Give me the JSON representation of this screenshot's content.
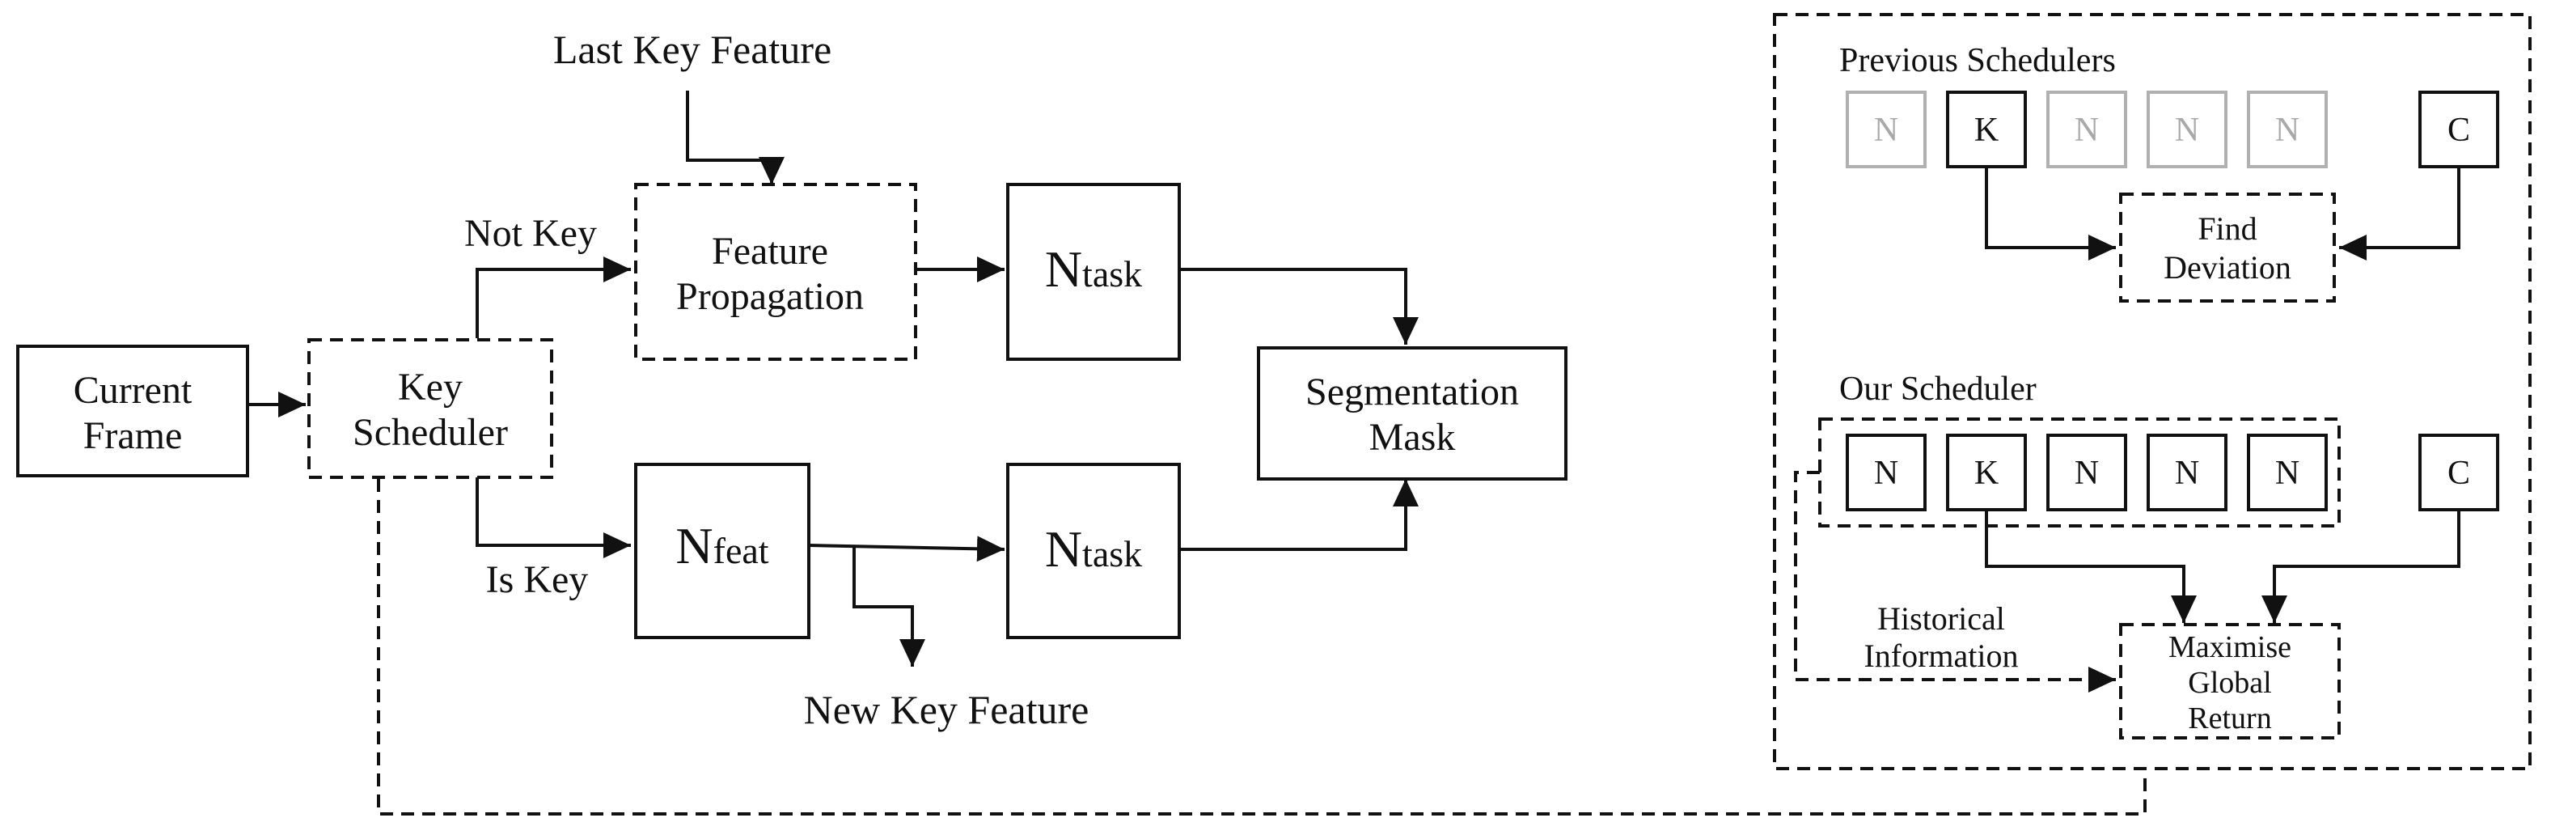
{
  "labels": {
    "current_frame": [
      "Current",
      "Frame"
    ],
    "key_scheduler": [
      "Key",
      "Scheduler"
    ],
    "last_key_feature": "Last Key Feature",
    "not_key": "Not Key",
    "is_key": "Is Key",
    "feature_propagation": [
      "Feature",
      "Propagation"
    ],
    "n_task_top": {
      "main": "N",
      "sub": "task"
    },
    "n_task_bottom": {
      "main": "N",
      "sub": "task"
    },
    "n_feat": {
      "main": "N",
      "sub": "feat"
    },
    "new_key_feature": "New Key Feature",
    "segmentation_mask": [
      "Segmentation",
      "Mask"
    ]
  },
  "panel": {
    "previous_schedulers": {
      "title": "Previous Schedulers",
      "cells": [
        "N",
        "K",
        "N",
        "N",
        "N"
      ],
      "active_index": 1,
      "end_cell": "C",
      "target": [
        "Find",
        "Deviation"
      ]
    },
    "our_scheduler": {
      "title": "Our Scheduler",
      "cells": [
        "N",
        "K",
        "N",
        "N",
        "N"
      ],
      "end_cell": "C",
      "historical": [
        "Historical",
        "Information"
      ],
      "target": [
        "Maximise",
        "Global",
        "Return"
      ]
    }
  }
}
